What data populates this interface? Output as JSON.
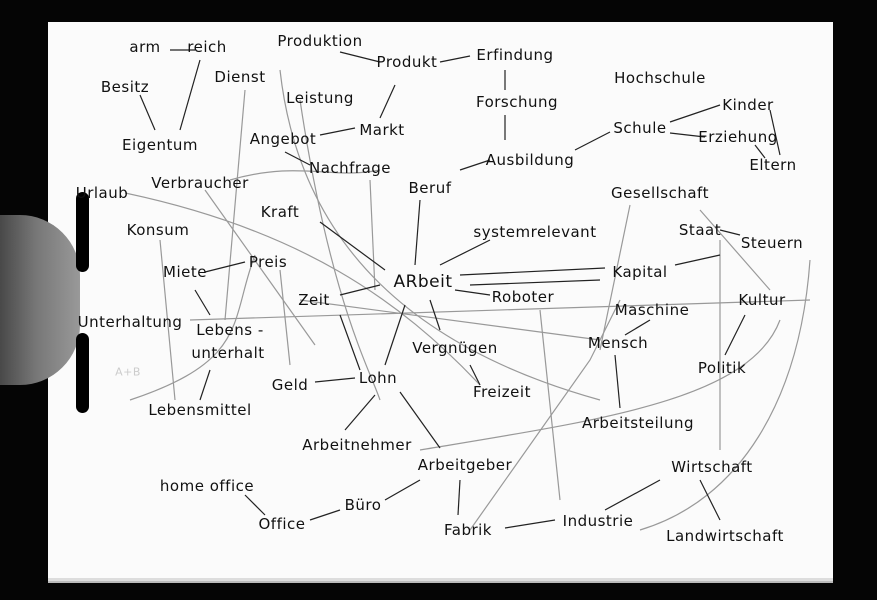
{
  "words": {
    "arm": "arm",
    "reich": "reich",
    "besitz": "Besitz",
    "eigentum": "Eigentum",
    "dienst": "Dienst",
    "produktion": "Produktion",
    "produkt": "Produkt",
    "erfindung": "Erfindung",
    "forschung": "Forschung",
    "leistung": "Leistung",
    "angebot": "Angebot",
    "markt": "Markt",
    "nachfrage": "Nachfrage",
    "ausbildung": "Ausbildung",
    "hochschule": "Hochschule",
    "schule": "Schule",
    "kinder": "Kinder",
    "erziehung": "Erziehung",
    "eltern": "Eltern",
    "verbraucher": "Verbraucher",
    "urlaub": "Urlaub",
    "konsum": "Konsum",
    "kraft": "Kraft",
    "beruf": "Beruf",
    "systemrelevant": "systemrelevant",
    "gesellschaft": "Gesellschaft",
    "staat": "Staat",
    "steuern": "Steuern",
    "miete": "Miete",
    "preis": "Preis",
    "arbeit": "ARbeit",
    "kapital": "Kapital",
    "zeit": "Zeit",
    "roboter": "Roboter",
    "maschine": "Maschine",
    "kultur": "Kultur",
    "unterhaltung": "Unterhaltung",
    "lebens": "Lebens -",
    "unterhalt": "unterhalt",
    "mensch": "Mensch",
    "vergnuegen": "Vergnügen",
    "politik": "Politik",
    "geld": "Geld",
    "lohn": "Lohn",
    "freizeit": "Freizeit",
    "lebensmittel": "Lebensmittel",
    "arbeitsteilung": "Arbeitsteilung",
    "arbeitnehmer": "Arbeitnehmer",
    "arbeitgeber": "Arbeitgeber",
    "wirtschaft": "Wirtschaft",
    "homeoffice": "home office",
    "buero": "Büro",
    "office": "Office",
    "fabrik": "Fabrik",
    "industrie": "Industrie",
    "landwirtschaft": "Landwirtschaft",
    "ab": "A+B"
  }
}
